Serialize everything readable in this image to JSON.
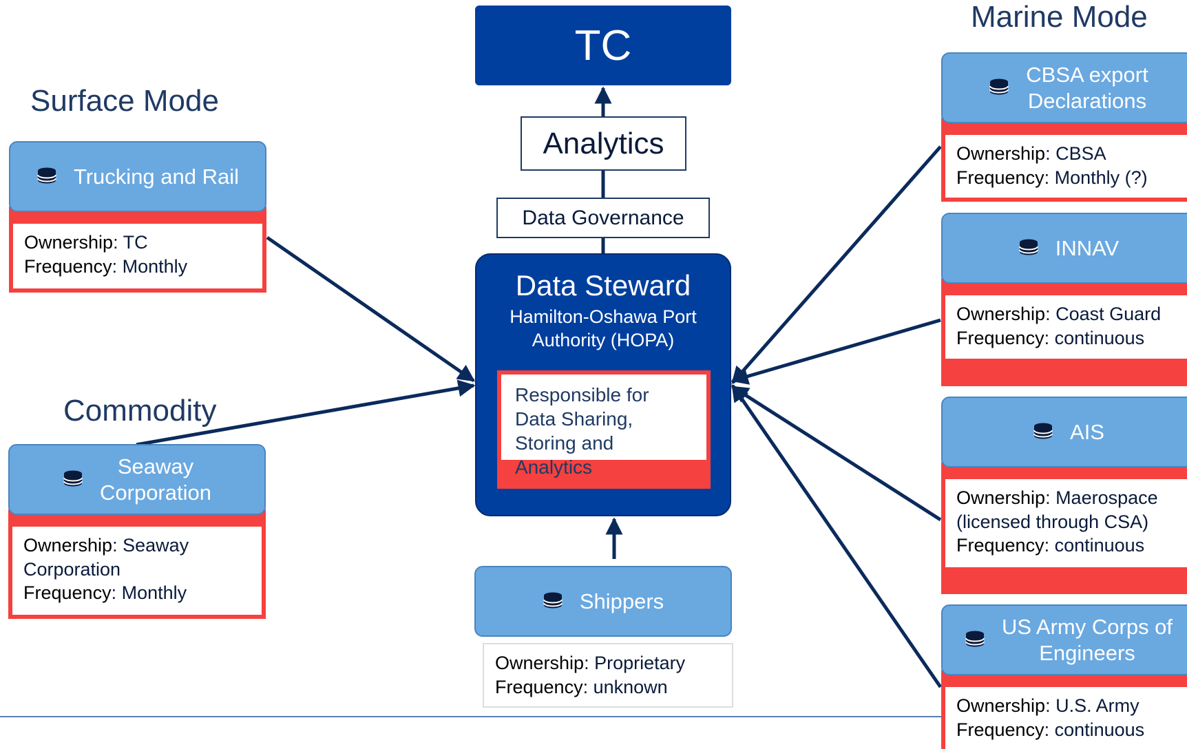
{
  "sections": {
    "surface": "Surface Mode",
    "commodity": "Commodity",
    "marine": "Marine Mode"
  },
  "center": {
    "tc": "TC",
    "analytics": "Analytics",
    "governance": "Data Governance",
    "steward_title": "Data Steward",
    "steward_org_line1": "Hamilton-Oshawa Port",
    "steward_org_line2": "Authority (HOPA)",
    "responsibility_line1": "Responsible for",
    "responsibility_line2": "Data Sharing,",
    "responsibility_line3": "Storing and Analytics"
  },
  "labels": {
    "ownership": "Ownership",
    "frequency": "Frequency"
  },
  "sources": {
    "trucking": {
      "name": "Trucking and Rail",
      "ownership": ": TC",
      "frequency": ": Monthly"
    },
    "seaway": {
      "name_line1": "Seaway",
      "name_line2": "Corporation",
      "ownership_line1": ": Seaway",
      "ownership_line2": "Corporation",
      "frequency": ": Monthly"
    },
    "shippers": {
      "name": "Shippers",
      "ownership": ": Proprietary",
      "frequency": ": unknown"
    },
    "cbsa": {
      "name_line1": "CBSA export",
      "name_line2": "Declarations",
      "ownership": ": CBSA",
      "frequency": ": Monthly (?)"
    },
    "innav": {
      "name": "INNAV",
      "ownership": ": Coast Guard",
      "frequency": ": continuous"
    },
    "ais": {
      "name": "AIS",
      "ownership_line1": ": Maerospace",
      "ownership_line2": "(licensed through CSA)",
      "frequency": ": continuous"
    },
    "usace": {
      "name_line1": "US Army Corps of",
      "name_line2": "Engineers",
      "ownership": ": U.S. Army",
      "frequency": ": continuous"
    }
  },
  "icon": "database-icon",
  "colors": {
    "dark_blue": "#003f9e",
    "light_blue": "#6aa8e0",
    "red": "#f5413f",
    "arrow": "#0b2a5c"
  }
}
